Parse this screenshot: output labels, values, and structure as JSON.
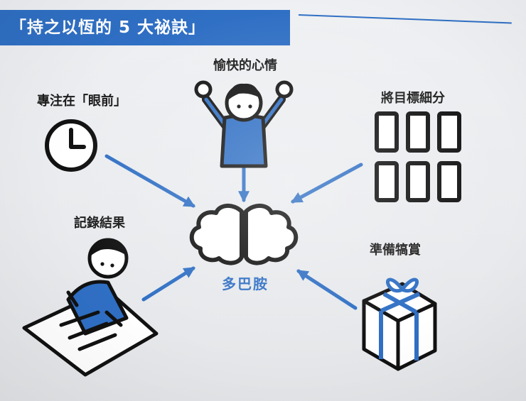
{
  "title": "「持之以恆的 5 大祕訣」",
  "center": {
    "label": "多巴胺"
  },
  "factors": {
    "focus": "專注在「眼前」",
    "happy": "愉快的心情",
    "subdivide": "將目標細分",
    "record": "記錄結果",
    "reward": "準備犒賞"
  },
  "colors": {
    "accent": "#2f6fc4",
    "ink": "#111111"
  }
}
